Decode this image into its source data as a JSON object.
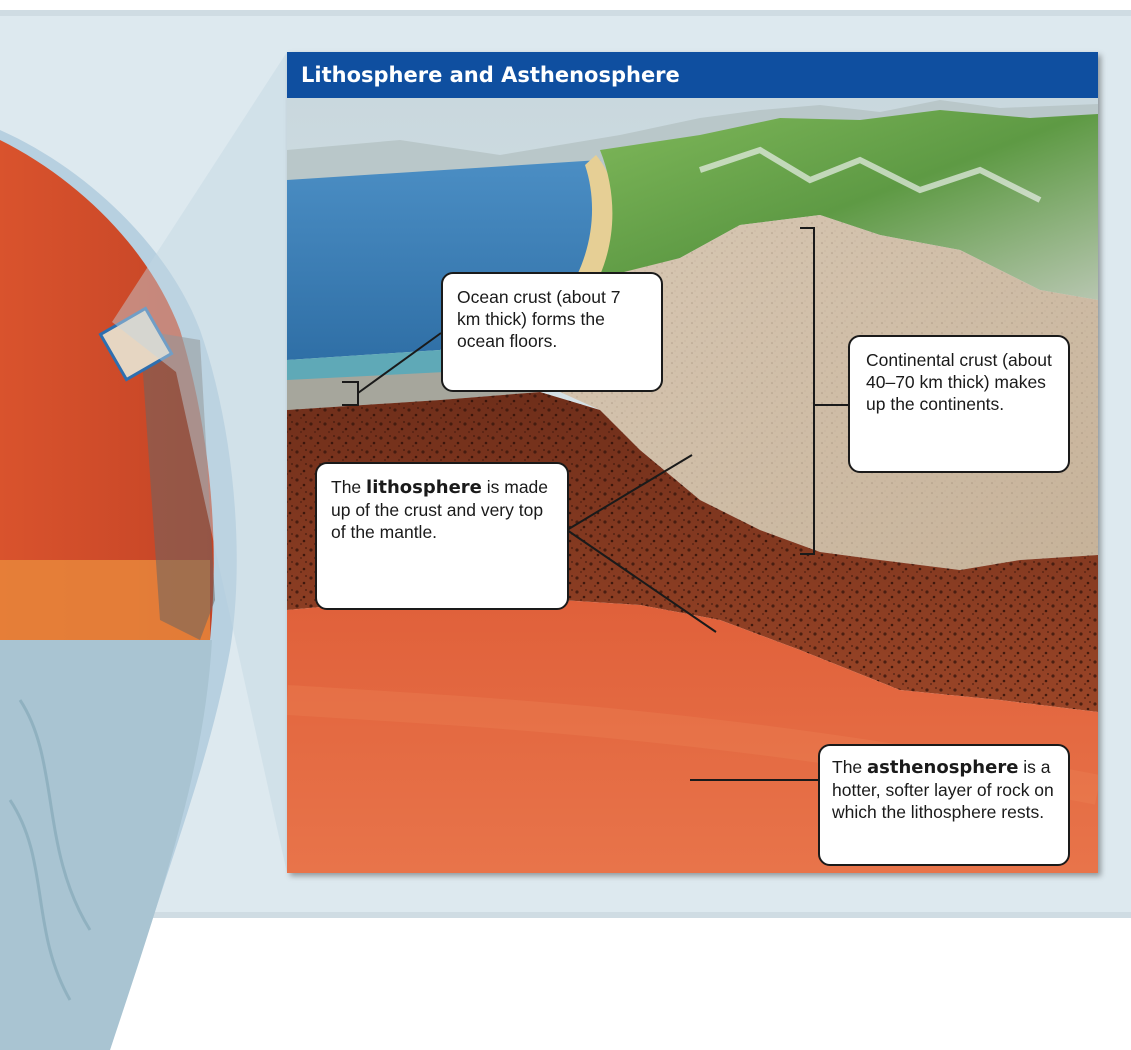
{
  "title": "Lithosphere and Asthenosphere",
  "callouts": {
    "ocean_crust": "Ocean crust (about 7 km thick) forms the ocean floors.",
    "continental_crust": "Continental crust (about 40–70 km thick) makes up the continents.",
    "lithosphere": {
      "prefix": "The ",
      "term": "lithosphere",
      "rest": " is made up of the crust and very top of the mantle."
    },
    "asthenosphere": {
      "prefix": "The ",
      "term": "asthenosphere",
      "rest": " is a hotter, softer layer of rock on which the lithosphere rests."
    }
  },
  "colors": {
    "title_bar": "#0f4fa0",
    "ocean": "#3d7fb8",
    "continental_crust": "#cdbba6",
    "lithosphere_mantle": "#8a3b22",
    "asthenosphere": "#e2653a",
    "background_band": "#dbe8ef"
  }
}
